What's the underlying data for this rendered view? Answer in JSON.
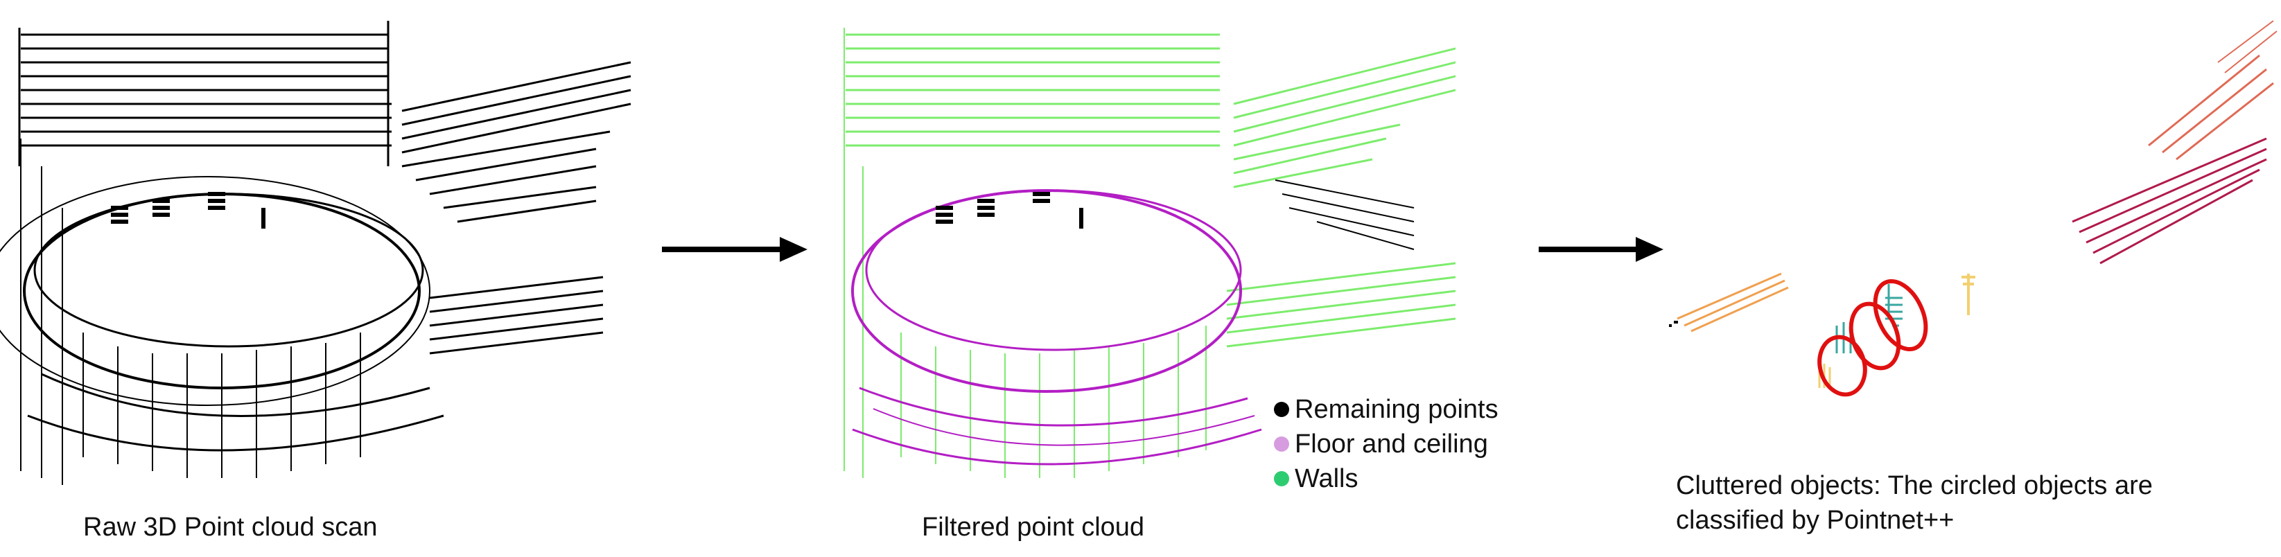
{
  "panels": {
    "raw": {
      "caption": "Raw 3D Point cloud scan"
    },
    "filtered": {
      "caption": "Filtered point cloud"
    },
    "clutter": {
      "caption_line1": "Cluttered objects: The circled objects are",
      "caption_line2": "classified by Pointnet++"
    }
  },
  "legend": [
    {
      "label": "Remaining points",
      "color": "#000000"
    },
    {
      "label": "Floor and ceiling",
      "color": "#d79be0"
    },
    {
      "label": "Walls",
      "color": "#2ecc71"
    }
  ],
  "colors": {
    "raw_points": "#000000",
    "walls": "#7cec6c",
    "floor_ceiling": "#b31ec4",
    "circle": "#e01010",
    "cluster_orange": "#f0a050",
    "cluster_teal": "#3aa6a0",
    "cluster_yellow": "#f2d070",
    "cluster_red": "#b01a4a",
    "arrow": "#000000"
  }
}
